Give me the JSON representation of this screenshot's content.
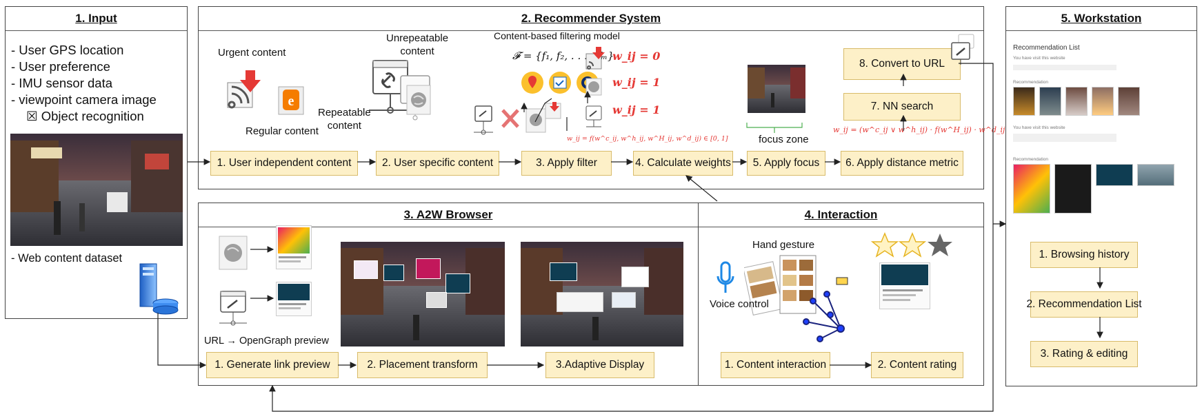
{
  "input": {
    "title": "1. Input",
    "items": [
      "- User GPS location",
      "- User preference",
      "- IMU sensor data",
      "- viewpoint camera image"
    ],
    "sub_item": "☒ Object recognition",
    "dataset_label": "- Web content dataset"
  },
  "recsys": {
    "title": "2. Recommender System",
    "urgent_label": "Urgent content",
    "regular_label": "Regular content",
    "unrepeatable_label": "Unrepeatable\ncontent",
    "repeatable_label": "Repeatable\ncontent",
    "cbf_label": "Content-based filtering model",
    "cbf_formula": "𝓕 = {f₁, f₂, . . . , fₘ}",
    "weights": [
      "w_ij = 0",
      "w_ij = 1",
      "w_ij = 1"
    ],
    "weight_formula": "w_ij = f(w^c_ij, w^h_ij, w^H_ij, w^d_ij) ∈ [0, 1]",
    "distance_formula": "w_ij = (w^c_ij ∨ w^h_ij) · f(w^H_ij) · w^d_ij",
    "focus_label": "focus zone",
    "steps": [
      "1. User independent content",
      "2. User specific content",
      "3. Apply filter",
      "4. Calculate weights",
      "5. Apply focus",
      "6. Apply distance metric",
      "7. NN search",
      "8. Convert to URL"
    ]
  },
  "browser": {
    "title": "3. A2W Browser",
    "url_label": "URL → OpenGraph preview",
    "steps": [
      "1. Generate link preview",
      "2. Placement transform",
      "3.Adaptive Display"
    ]
  },
  "interaction": {
    "title": "4. Interaction",
    "gesture_label": "Hand gesture",
    "voice_label": "Voice control",
    "steps": [
      "1. Content interaction",
      "2. Content rating"
    ]
  },
  "workstation": {
    "title": "5. Workstation",
    "rec_list_heading": "Recommendation List",
    "visit_text": "You have visit this website",
    "rec_text": "Recommendation",
    "steps": [
      "1. Browsing history",
      "2. Recommendation List",
      "3. Rating & editing"
    ]
  },
  "colors": {
    "box_fill": "#fdf0c8",
    "box_border": "#d8bb6a",
    "weight_red": "#e53935"
  }
}
